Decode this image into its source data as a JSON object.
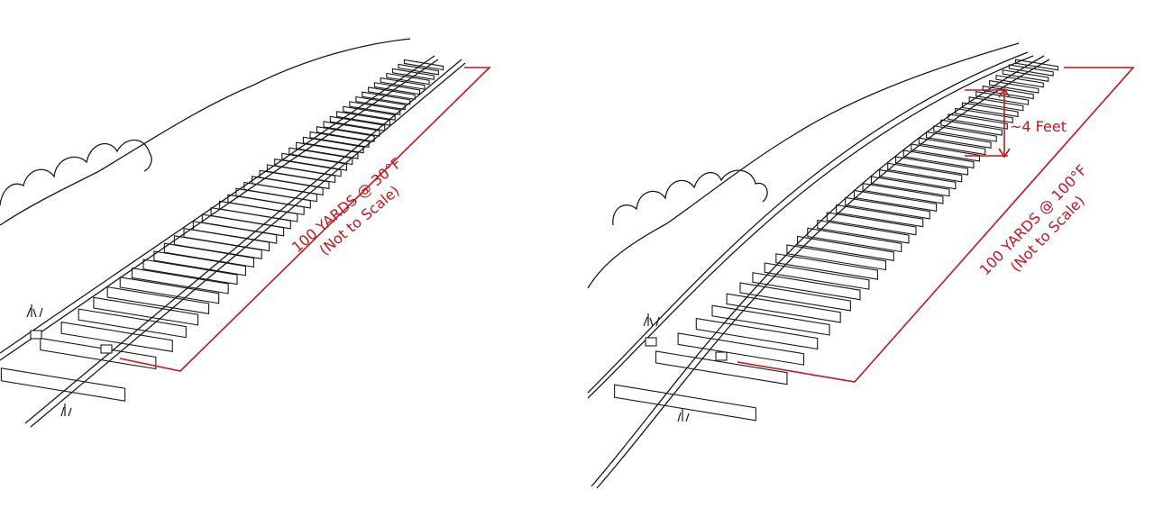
{
  "colors": {
    "ink": "#1a1a1a",
    "annotation": "#c8141e",
    "tie_fill": "#ffffff"
  },
  "panels": [
    {
      "condition": "straight",
      "label_line1": "100 YARDS @ 30°F",
      "label_line2": "(Not to Scale)"
    },
    {
      "condition": "buckled",
      "label_line1": "100 YARDS @ 100°F",
      "label_line2": "(Not to Scale)",
      "offset_label": "~4 Feet"
    }
  ]
}
